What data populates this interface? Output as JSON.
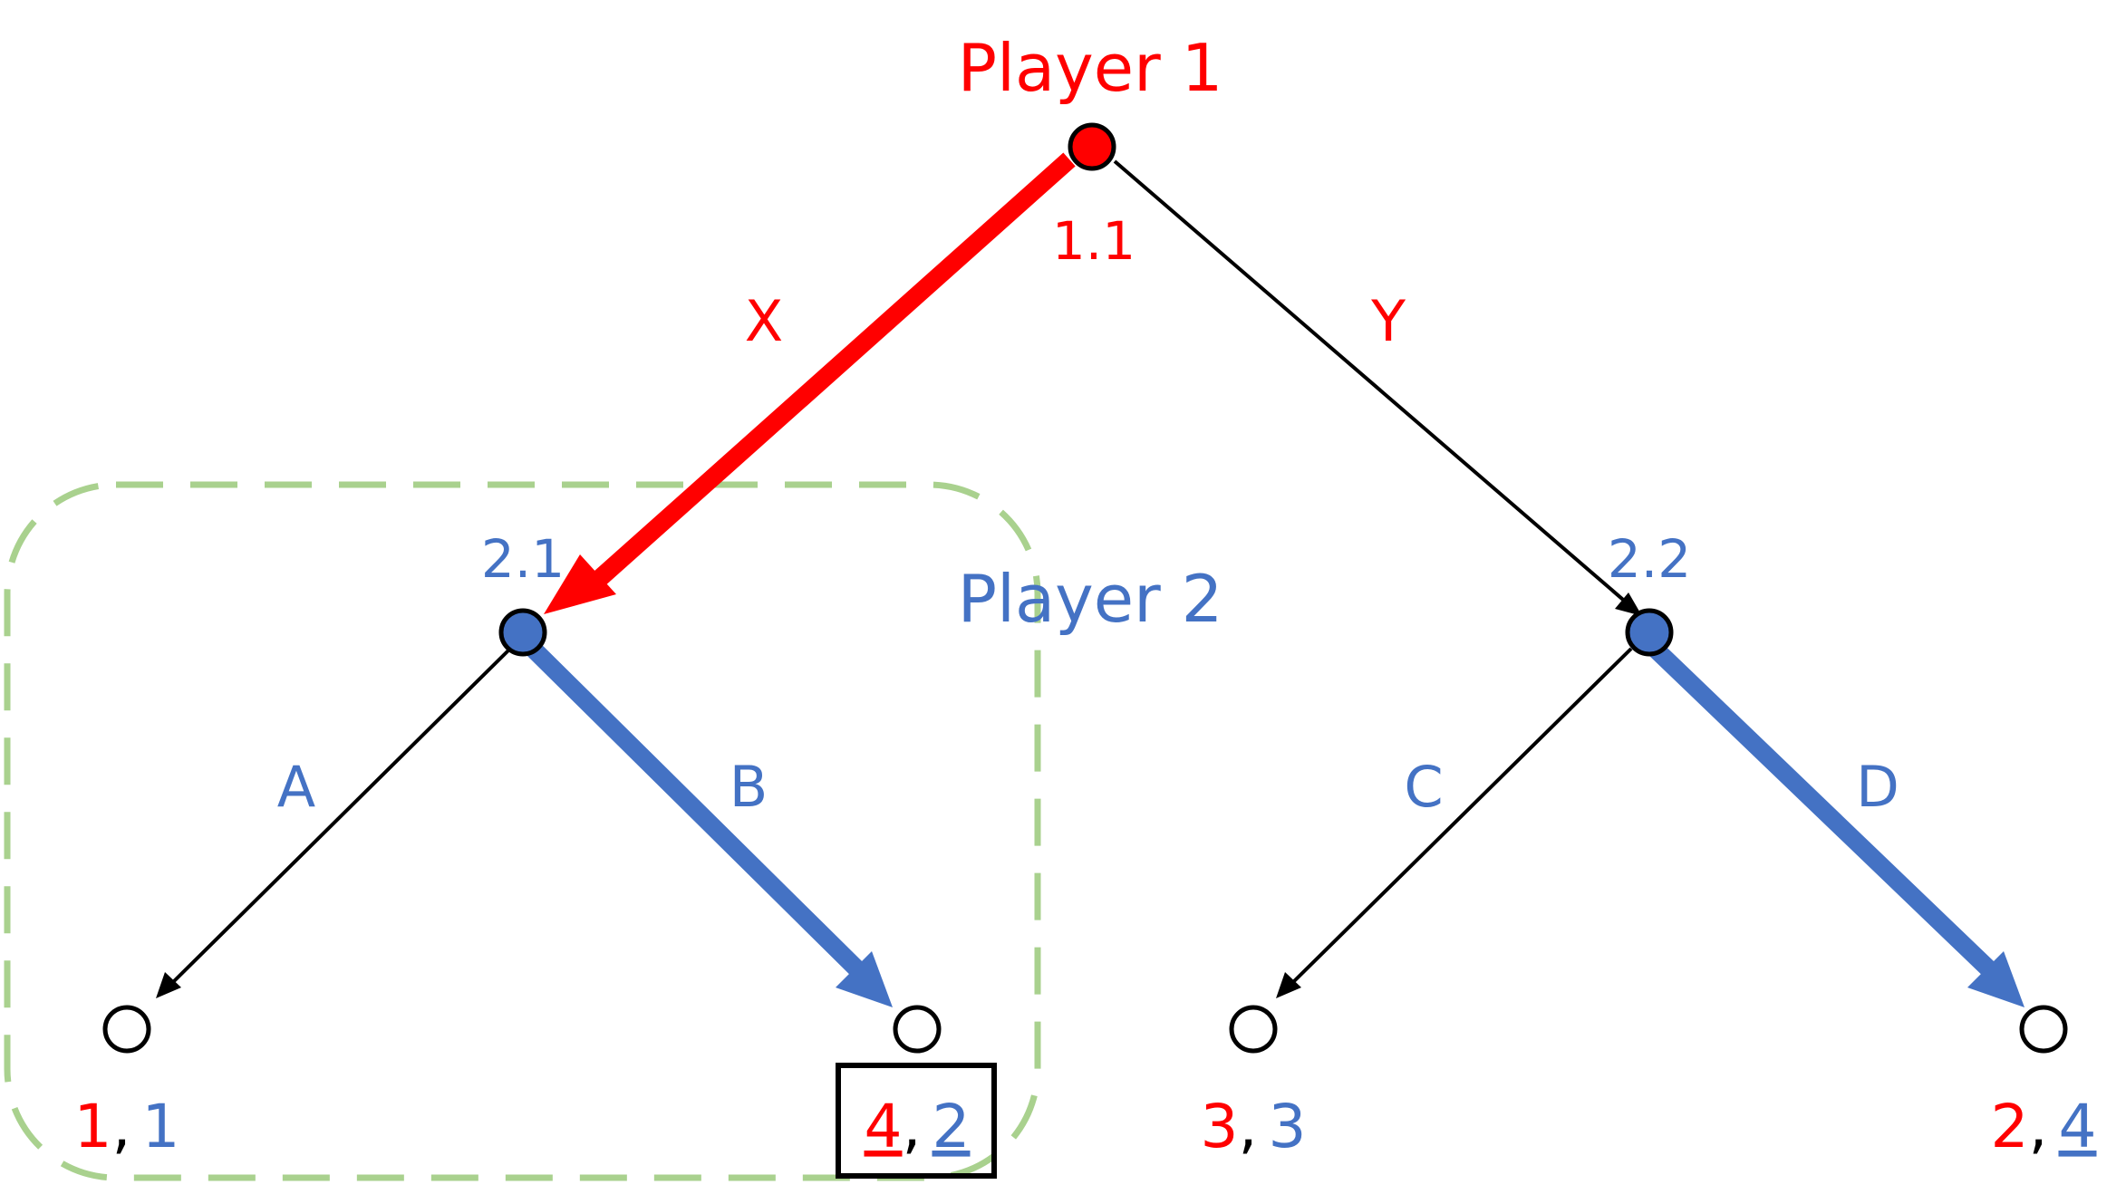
{
  "labels": {
    "player1": "Player 1",
    "player2": "Player 2",
    "node_1_1": "1.1",
    "node_2_1": "2.1",
    "node_2_2": "2.2",
    "move_x": "X",
    "move_y": "Y",
    "move_a": "A",
    "move_b": "B",
    "move_c": "C",
    "move_d": "D"
  },
  "payoffs": {
    "leaf_a": {
      "p1": "1",
      "sep": ",",
      "p2": "1"
    },
    "leaf_b": {
      "p1": "4",
      "sep": ",",
      "p2": "2"
    },
    "leaf_c": {
      "p1": "3",
      "sep": ",",
      "p2": "3"
    },
    "leaf_d": {
      "p1": "2",
      "sep": ",",
      "p2": "4"
    }
  },
  "colors": {
    "player1": "#ff0000",
    "player2": "#4472c4",
    "subgame_outline": "#a9d18e",
    "neutral": "#000000"
  }
}
